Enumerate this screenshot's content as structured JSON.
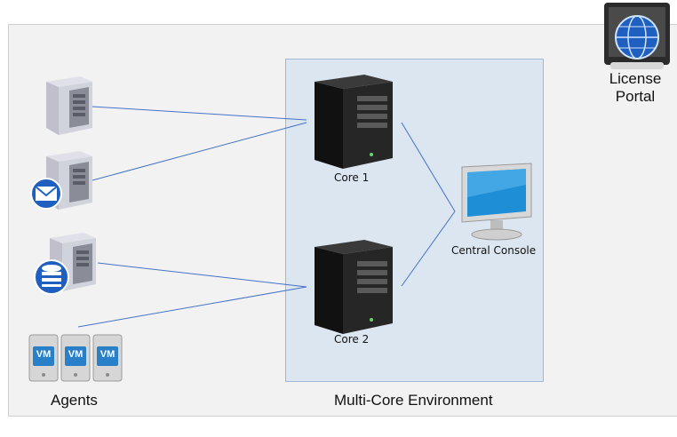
{
  "core1_label": "Core 1",
  "core2_label": "Core 2",
  "console_label": "Central Console",
  "portal_label_line1": "License",
  "portal_label_line2": "Portal",
  "agents_label": "Agents",
  "environment_label": "Multi-Core Environment",
  "vm_badge": "VM",
  "colors": {
    "connector": "#4472c4",
    "core_region": "#dce6f1",
    "background": "#f2f2f2"
  }
}
